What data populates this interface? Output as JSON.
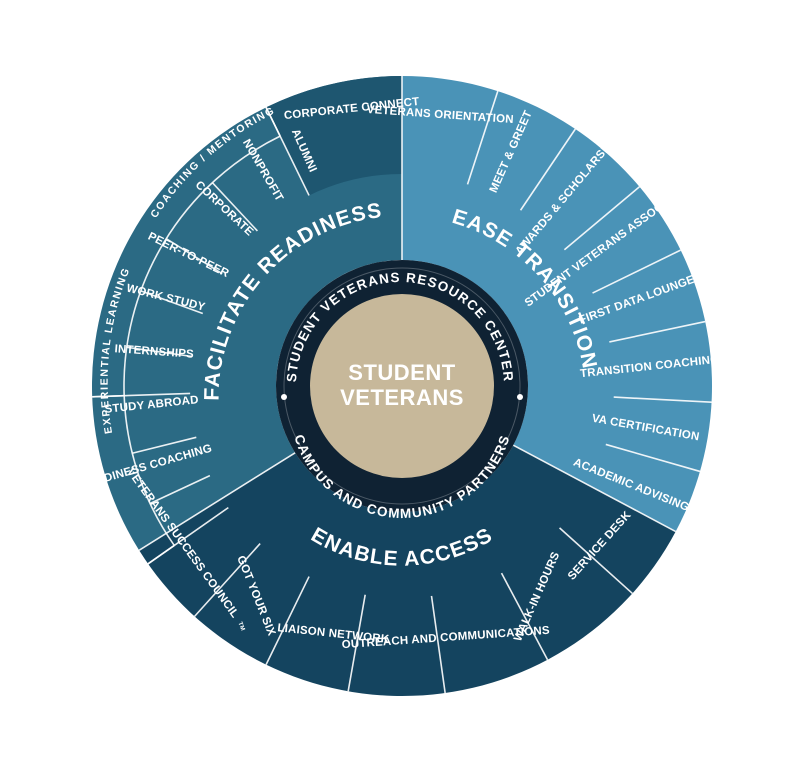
{
  "center": {
    "line1": "STUDENT",
    "line2": "VETERANS"
  },
  "ring": {
    "top": "STUDENT VETERANS RESOURCE CENTER",
    "bottom": "CAMPUS AND COMMUNITY PARTNERS"
  },
  "pillars": {
    "facilitate": "FACILITATE READINESS",
    "ease": "EASE TRANSITION",
    "enable": "ENABLE ACCESS"
  },
  "bands": {
    "coaching": "COACHING / MENTORING",
    "experiential": "EXPERIENTIAL LEARNING"
  },
  "outer": {
    "corporate_connect": "CORPORATE CONNECT",
    "alumni": "ALUMNI",
    "nonprofit": "NONPROFIT",
    "corporate": "CORPORATE",
    "peer_to_peer": "PEER-TO-PEER",
    "work_study": "WORK STUDY",
    "internships": "INTERNSHIPS",
    "study_abroad": "STUDY ABROAD",
    "readiness_coaching": "READINESS COACHING",
    "veterans_orientation": "VETERANS ORIENTATION",
    "meet_greet": "MEET & GREET",
    "awards": "AWARDS & SCHOLARSHIPS",
    "sva": "STUDENT VETERANS ASSOCIATION",
    "first_data": "FIRST DATA LOUNGE",
    "transition_coaching": "TRANSITION COACHING",
    "va_cert": "VA CERTIFICATION",
    "academic_advising": "ACADEMIC ADVISING",
    "service_desk": "SERVICE DESK",
    "walk_in": "WALK-IN HOURS",
    "outreach": "OUTREACH AND COMMUNICATIONS",
    "liaison": "LIAISON NETWORK",
    "got_your_six": "GOT YOUR SIX",
    "got_your_six_tm": "TM",
    "vsc": "VETERANS SUCCESS COUNCIL"
  },
  "colors": {
    "facilitate": "#2b6a84",
    "ease": "#4a93b7",
    "enable": "#14445f",
    "ring": "#0f2233",
    "center": "#c7b89a",
    "line": "#ffffff"
  }
}
